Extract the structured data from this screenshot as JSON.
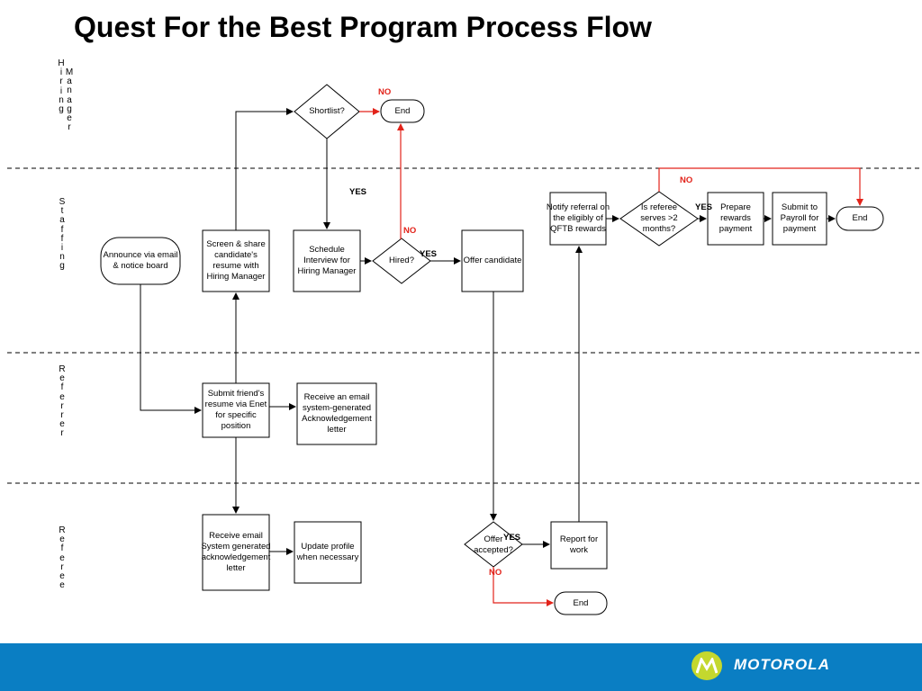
{
  "title": "Quest For the Best Program Process Flow",
  "lanes": {
    "hiring_manager_col1": [
      "H",
      "i",
      "r",
      "i",
      "n",
      "g"
    ],
    "hiring_manager_col2": [
      "M",
      "a",
      "n",
      "a",
      "g",
      "e",
      "r"
    ],
    "staffing": [
      "S",
      "t",
      "a",
      "f",
      "f",
      "i",
      "n",
      "g"
    ],
    "referrer": [
      "R",
      "e",
      "f",
      "e",
      "r",
      "r",
      "e",
      "r"
    ],
    "referee": [
      "R",
      "e",
      "f",
      "e",
      "r",
      "e",
      "e"
    ]
  },
  "nodes": {
    "shortlist": "Shortlist?",
    "end_top": "End",
    "announce": "Announce via email & notice board",
    "screen_share": "Screen & share candidate's resume with Hiring Manager",
    "schedule": "Schedule Interview for Hiring Manager",
    "hired": "Hired?",
    "offer_candidate": "Offer candidate",
    "notify_referral": "Notify referral on the eligibly of QFTB rewards",
    "referee_serves": "Is referee serves >2 months?",
    "prepare_rewards": "Prepare rewards payment",
    "submit_payroll": "Submit to Payroll for payment",
    "end_right": "End",
    "submit_friend": "Submit friend's resume via Enet for specific position",
    "receive_email_ack": "Receive an email system-generated Acknowledgement letter",
    "receive_email_system": "Receive email System generated acknowledgement letter",
    "update_profile": "Update profile when necessary",
    "offer_accepted": "Offer accepted?",
    "report_work": "Report for work",
    "end_bottom": "End"
  },
  "flags": {
    "no_shortlist": "NO",
    "yes_shortlist": "YES",
    "no_hired": "NO",
    "yes_hired": "YES",
    "no_referee": "NO",
    "yes_referee": "YES",
    "yes_offer": "YES",
    "no_offer": "NO"
  },
  "brand": {
    "name": "MOTOROLA"
  },
  "colors": {
    "footer": "#0a7ec3",
    "no_arrow": "#e2231a",
    "logo_badge": "#c4d82e"
  }
}
